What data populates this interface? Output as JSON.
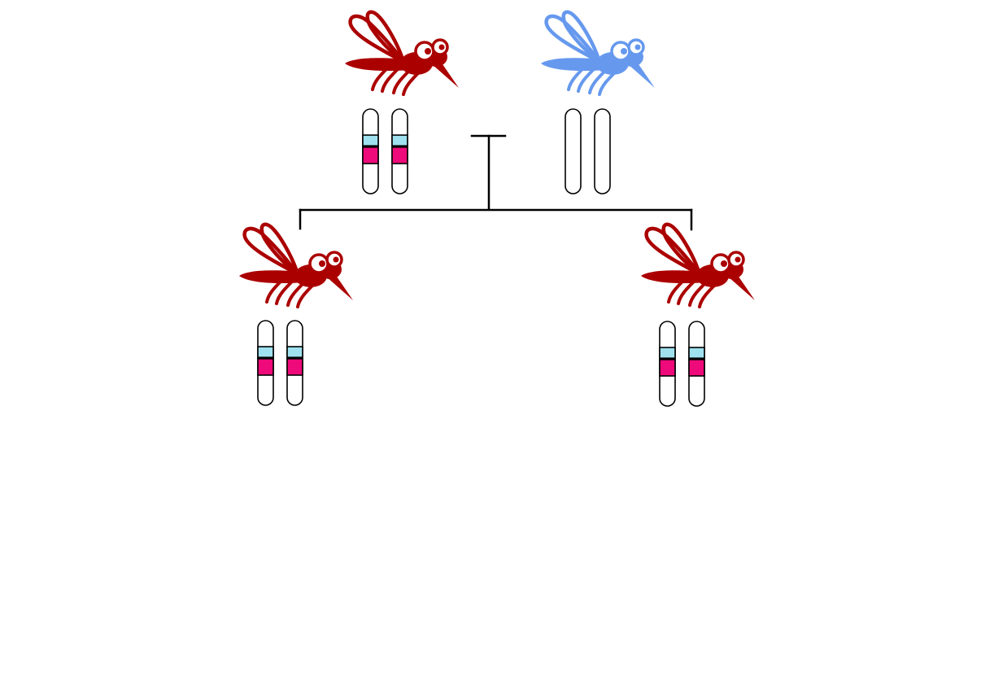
{
  "colors": {
    "background": "#ffffff",
    "gene_drive_mosquito": "#ab0000",
    "wild_type_mosquito": "#6699ee",
    "cas9_band": "#9fe1ef",
    "payload_band": "#ee0a7a",
    "outline": "#000000"
  },
  "mosquitoes": [
    {
      "id": "parent-gene-drive",
      "color_key": "gene_drive_mosquito",
      "icon": "mosquito-icon"
    },
    {
      "id": "parent-wild-type",
      "color_key": "wild_type_mosquito",
      "icon": "mosquito-icon"
    },
    {
      "id": "offspring-left",
      "color_key": "gene_drive_mosquito",
      "icon": "mosquito-icon"
    },
    {
      "id": "offspring-right",
      "color_key": "gene_drive_mosquito",
      "icon": "mosquito-icon"
    }
  ],
  "chromosome_pairs": [
    {
      "id": "parent-gene-drive",
      "chromosomes": [
        {
          "has_drive": true
        },
        {
          "has_drive": true
        }
      ]
    },
    {
      "id": "parent-wild-type",
      "chromosomes": [
        {
          "has_drive": false
        },
        {
          "has_drive": false
        }
      ]
    },
    {
      "id": "offspring-left",
      "chromosomes": [
        {
          "has_drive": true
        },
        {
          "has_drive": true
        }
      ]
    },
    {
      "id": "offspring-right",
      "chromosomes": [
        {
          "has_drive": true
        },
        {
          "has_drive": true
        }
      ]
    }
  ]
}
